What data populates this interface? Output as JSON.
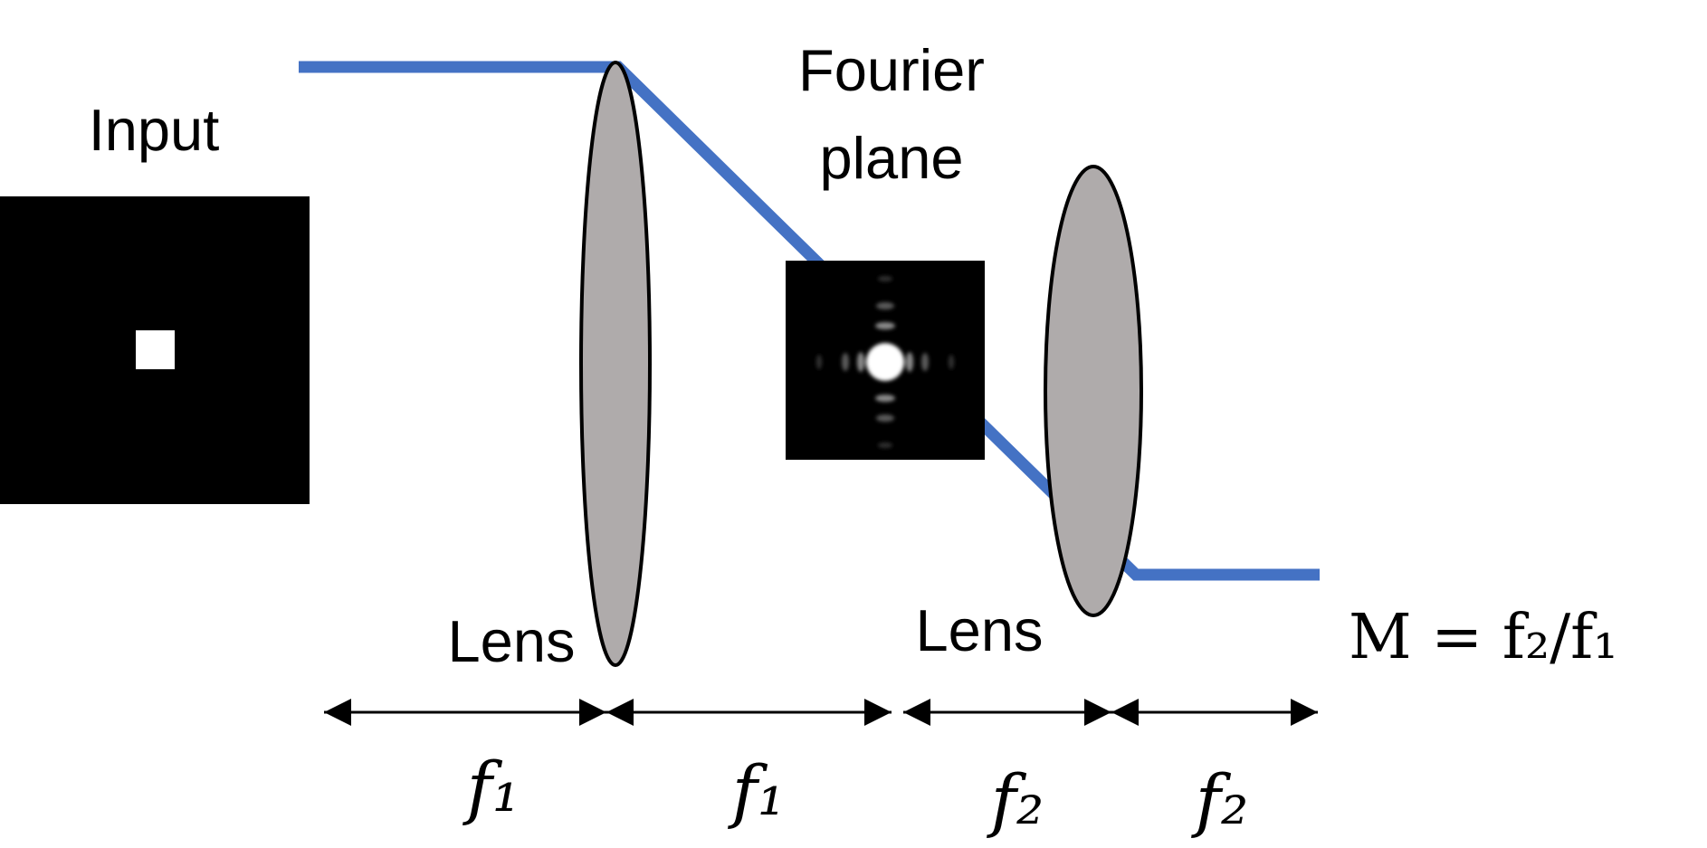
{
  "labels": {
    "input": "Input",
    "fourier_line1": "Fourier",
    "fourier_line2": "plane",
    "lens_left": "Lens",
    "lens_right": "Lens",
    "magnification": "M = f₂/f₁",
    "focal_1a": "f₁",
    "focal_1b": "f₁",
    "focal_2a": "f₂",
    "focal_2b": "f₂"
  },
  "colors": {
    "ray": "#4472c4",
    "lens_fill": "#afabab",
    "lens_stroke": "#000000",
    "input_background": "#000000",
    "input_aperture": "#ffffff"
  }
}
